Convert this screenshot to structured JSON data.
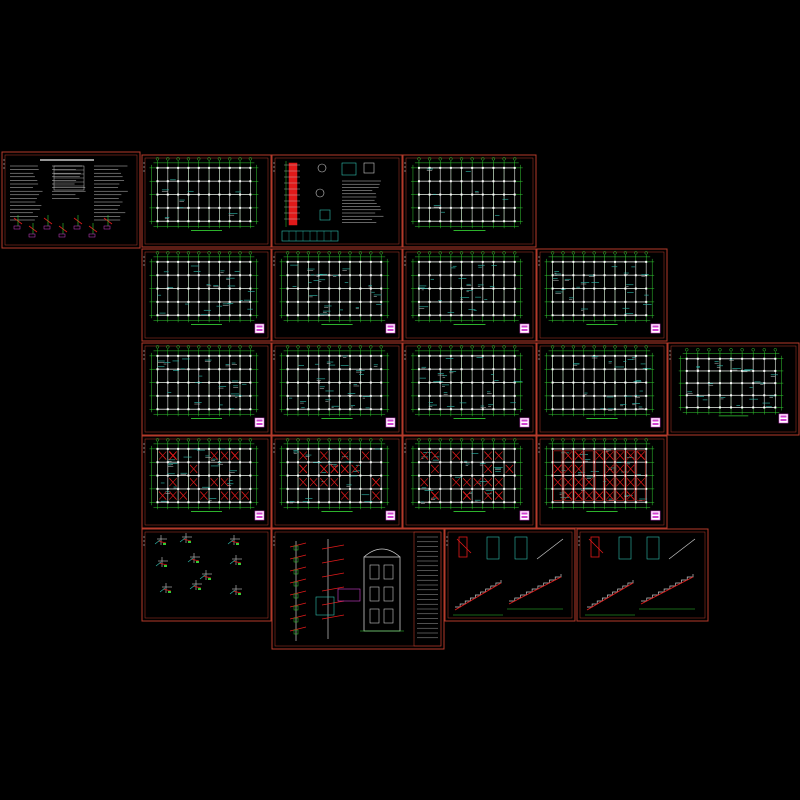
{
  "canvas": {
    "background": "#000000"
  },
  "colors": {
    "frame": "#b33a2a",
    "grid": "#33cc33",
    "detail": "#c8c8c8",
    "annotation": "#2fbfb0",
    "accent": "#e01a1a",
    "magenta": "#d040d0",
    "yellow": "#d8d820"
  },
  "sheets": [
    {
      "kind": "notes"
    },
    {
      "kind": "plan-sparse"
    },
    {
      "kind": "column-details"
    },
    {
      "kind": "plan-sparse"
    },
    {
      "kind": "plan"
    },
    {
      "kind": "plan"
    },
    {
      "kind": "plan"
    },
    {
      "kind": "plan"
    },
    {
      "kind": "plan"
    },
    {
      "kind": "plan"
    },
    {
      "kind": "plan"
    },
    {
      "kind": "plan"
    },
    {
      "kind": "plan-small"
    },
    {
      "kind": "plan-red"
    },
    {
      "kind": "plan-red"
    },
    {
      "kind": "plan-red"
    },
    {
      "kind": "plan-red-dense"
    },
    {
      "kind": "node-details"
    },
    {
      "kind": "elevation"
    },
    {
      "kind": "stair"
    },
    {
      "kind": "stair"
    }
  ]
}
